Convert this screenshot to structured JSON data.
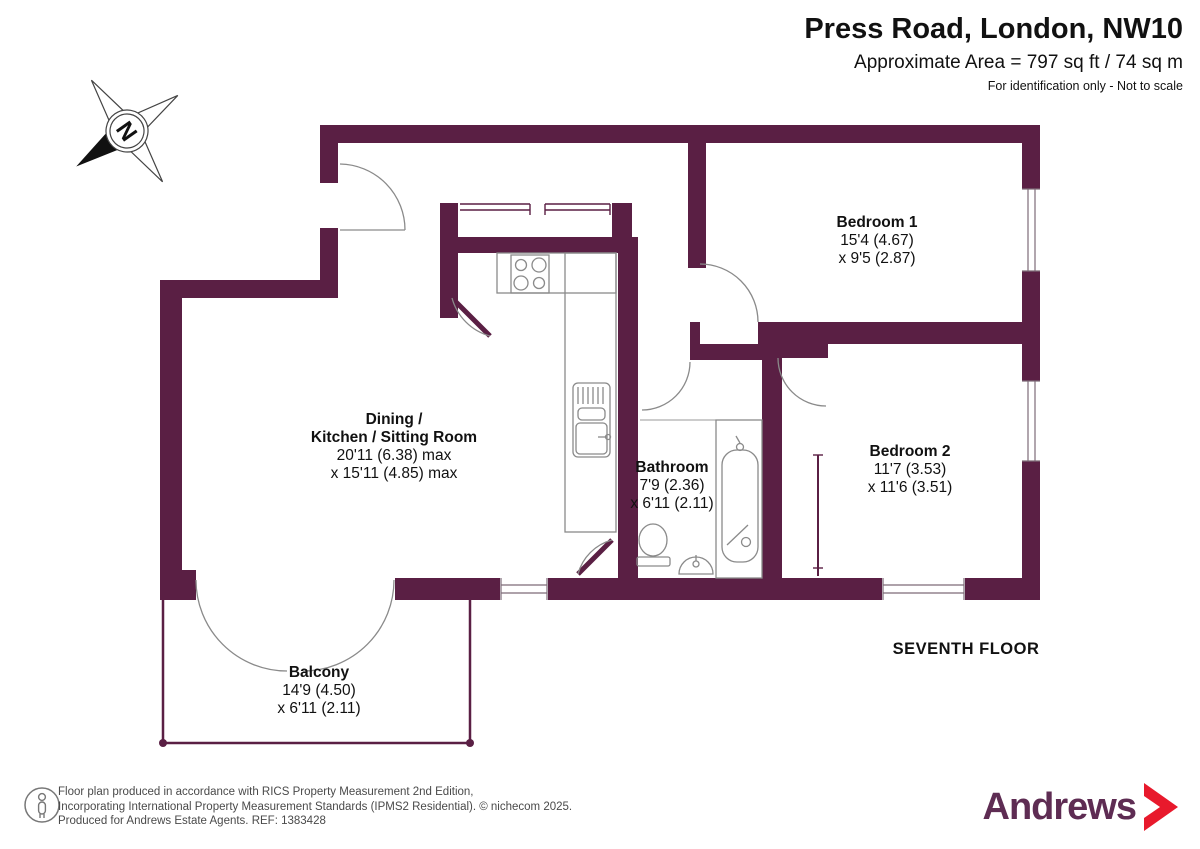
{
  "header": {
    "title": "Press Road, London, NW10",
    "area_line": "Approximate Area = 797 sq ft / 74 sq m",
    "disclaimer": "For identification only - Not to scale"
  },
  "compass": {
    "north_label": "N"
  },
  "floor_label": "SEVENTH FLOOR",
  "rooms": {
    "dining": {
      "name1": "Dining /",
      "name2": "Kitchen / Sitting Room",
      "dim1": "20'11 (6.38) max",
      "dim2": "x 15'11 (4.85) max"
    },
    "bedroom1": {
      "name": "Bedroom 1",
      "dim1": "15'4 (4.67)",
      "dim2": "x 9'5 (2.87)"
    },
    "bedroom2": {
      "name": "Bedroom 2",
      "dim1": "11'7 (3.53)",
      "dim2": "x 11'6 (3.51)"
    },
    "bathroom": {
      "name": "Bathroom",
      "dim1": "7'9 (2.36)",
      "dim2": "x 6'11 (2.11)"
    },
    "balcony": {
      "name": "Balcony",
      "dim1": "14'9 (4.50)",
      "dim2": "x 6'11 (2.11)"
    }
  },
  "footer": {
    "line1": "Floor plan produced in accordance with RICS Property Measurement 2nd Edition,",
    "line2": "Incorporating International Property Measurement Standards (IPMS2 Residential).   © nichecom 2025.",
    "line3": "Produced for Andrews Estate Agents.   REF: 1383428",
    "brand": "Andrews"
  },
  "colors": {
    "wall": "#5a1f44",
    "fixture_line": "#8a8a8a",
    "brand_text": "#5e2c53",
    "brand_arrow": "#e8192c"
  }
}
